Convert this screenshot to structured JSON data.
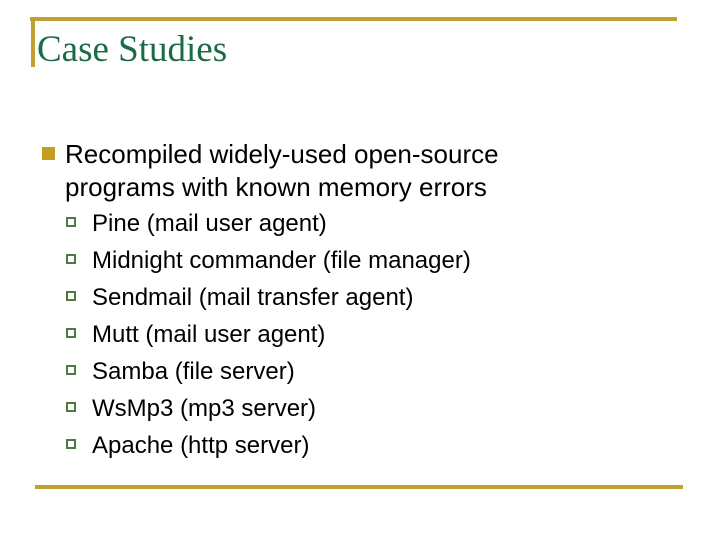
{
  "slide": {
    "title": "Case Studies",
    "main_bullet": {
      "text": "Recompiled widely-used open-source programs with known memory errors",
      "items": [
        "Pine (mail user agent)",
        "Midnight commander (file manager)",
        "Sendmail (mail transfer agent)",
        "Mutt (mail user agent)",
        "Samba (file server)",
        "WsMp3 (mp3 server)",
        "Apache (http server)"
      ]
    },
    "colors": {
      "accent_gold": "#C0A030",
      "bullet_gold": "#C49E22",
      "title_green": "#1C6B47",
      "sub_bullet_green": "#4E7B44",
      "text_black": "#000000",
      "background": "#FFFFFF"
    }
  }
}
